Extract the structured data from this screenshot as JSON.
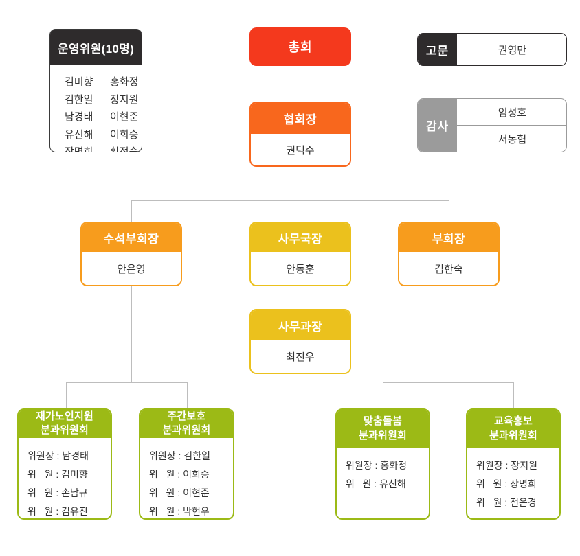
{
  "palette": {
    "red": "#f4391d",
    "orange_deep": "#f8671d",
    "orange": "#f79c1d",
    "yellow": "#ebc11d",
    "green": "#9cba16",
    "dark": "#2e2b2c",
    "gray": "#9b9b9b",
    "line": "#bdbdbd",
    "text": "#333333"
  },
  "steering": {
    "title": "운영위원(10명)",
    "rows": [
      {
        "l": "김미향",
        "r": "홍화정"
      },
      {
        "l": "김한일",
        "r": "장지원"
      },
      {
        "l": "남경태",
        "r": "이현준"
      },
      {
        "l": "유신해",
        "r": "이희승"
      },
      {
        "l": "장명희",
        "r": "황정숙"
      }
    ]
  },
  "assembly": {
    "title": "총회"
  },
  "advisor": {
    "label": "고문",
    "name": "권영만"
  },
  "auditor": {
    "label": "감사",
    "names": [
      "임성호",
      "서동협"
    ]
  },
  "president": {
    "title": "협회장",
    "name": "권덕수"
  },
  "senior_vice_president": {
    "title": "수석부회장",
    "name": "안은영"
  },
  "secretary_general": {
    "title": "사무국장",
    "name": "안동훈"
  },
  "vice_president": {
    "title": "부회장",
    "name": "김한숙"
  },
  "section_chief": {
    "title": "사무과장",
    "name": "최진우"
  },
  "committees": [
    {
      "title_line1": "재가노인지원",
      "title_line2": "분과위원회",
      "members": [
        "위원장 : 남경태",
        "위   원 : 김미향",
        "위   원 : 손남규",
        "위   원 : 김유진"
      ]
    },
    {
      "title_line1": "주간보호",
      "title_line2": "분과위원회",
      "members": [
        "위원장 : 김한일",
        "위   원 : 이희승",
        "위   원 : 이현준",
        "위   원 : 박현우"
      ]
    },
    {
      "title_line1": "맞춤돌봄",
      "title_line2": "분과위원회",
      "members": [
        "위원장 : 홍화정",
        "위   원 : 유신해"
      ]
    },
    {
      "title_line1": "교육홍보",
      "title_line2": "분과위원회",
      "members": [
        "위원장 : 장지원",
        "위   원 : 장명희",
        "위   원 : 전은경"
      ]
    }
  ]
}
